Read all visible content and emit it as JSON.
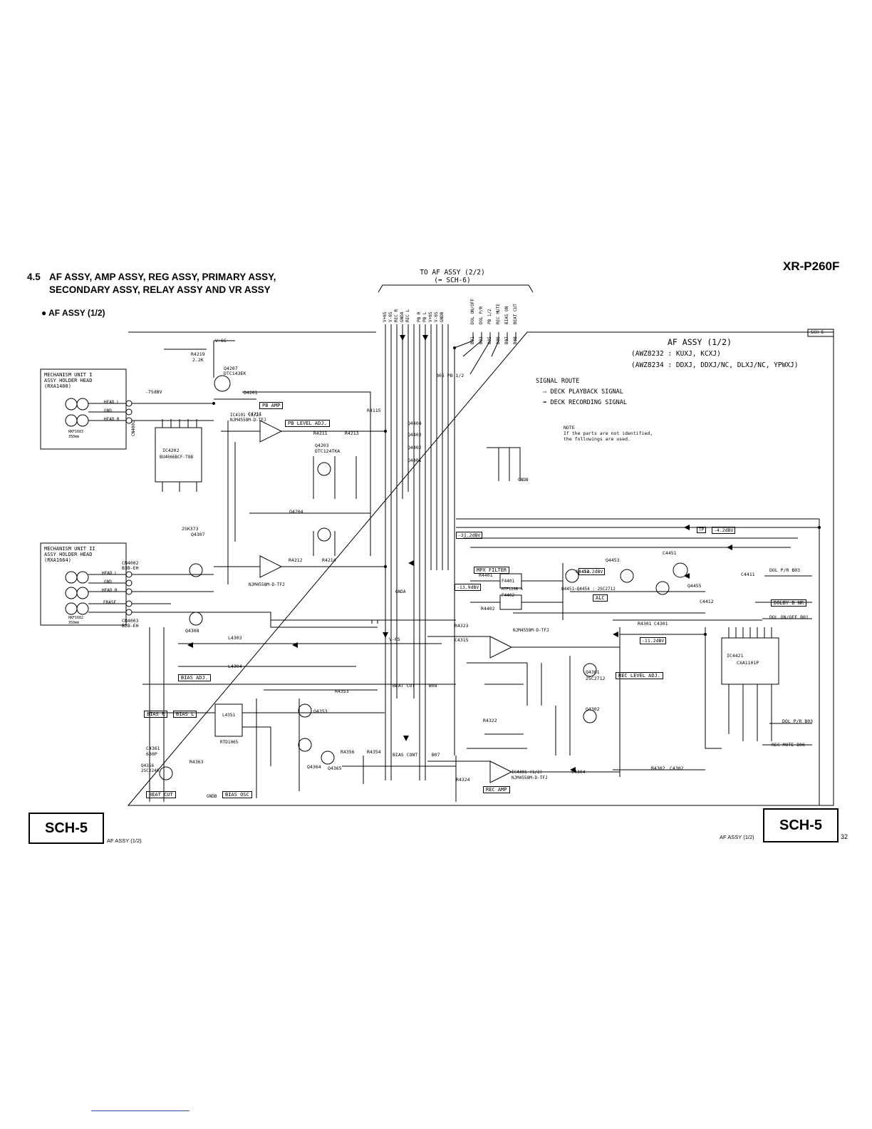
{
  "header": {
    "model": "XR-P260F",
    "section_number": "4.5",
    "section_title_line1": "AF ASSY, AMP ASSY, REG ASSY, PRIMARY ASSY,",
    "section_title_line2": "SECONDARY ASSY, RELAY ASSY AND VR ASSY",
    "subsection": "● AF ASSY (1/2)"
  },
  "to_af": {
    "line1": "TO AF ASSY (2/2)",
    "line2": "(➡ SCH-6)"
  },
  "board": {
    "title": "AF ASSY (1/2)",
    "variant1": "(AWZ8232 : KUXJ, KCXJ)",
    "variant2": "(AWZ8234 : DDXJ, DDXJ/NC, DLXJ/NC, YPWXJ)",
    "sch_tag": "SCH-5"
  },
  "signal_route": {
    "title": "SIGNAL ROUTE",
    "playback": "DECK PLAYBACK SIGNAL",
    "recording": "DECK RECORDING SIGNAL"
  },
  "note": {
    "title": "NOTE",
    "line1": "If the parts are not identified,",
    "line2": "the followings are used."
  },
  "mechanism": {
    "unit1": {
      "l1": "MECHANISM UNIT I",
      "l2": "ASSY HOLDER HEAD",
      "l3": "(RXA1400)"
    },
    "unit2": {
      "l1": "MECHANISM UNIT II",
      "l2": "ASSY HOLDER HEAD",
      "l3": "(RXA1664)"
    }
  },
  "head_pins": {
    "head_l": "HEAD L",
    "gnd": "GND",
    "head_r": "HEAD R",
    "erase": "ERASE"
  },
  "connectors": {
    "cn4001": "CN4001",
    "cn4002": "CN4002",
    "cn4003": "CN4003",
    "b3b_eh": "B3B-EH",
    "b2b_eh": "B2B-EH"
  },
  "rails": {
    "v_plus": "V+6S",
    "v_minus": "V-6S"
  },
  "top_pins": [
    "V+6S",
    "V-6S",
    "REC R",
    "GNDA",
    "REC L",
    "PB R",
    "PB L",
    "V+6S",
    "V-6S",
    "GNDB"
  ],
  "ctrl_pins": [
    "DOL ON/OFF",
    "DOL P/R",
    "PB 1/2",
    "REC MUTE",
    "BIAS ON",
    "BEAT CUT"
  ],
  "ctrl_nums": [
    "B01",
    "B03",
    "B05",
    "B06",
    "B07",
    "B08"
  ],
  "function_blocks": {
    "pb_amp": "PB AMP",
    "pb_level_adj": "PB LEVEL ADJ.",
    "mpx_filter": "MPX FILTER",
    "alc": "ALC",
    "dolby_b_nr": "DOLBY B NR",
    "rec_level_adj": "REC LEVEL ADJ.",
    "rec_amp": "REC AMP",
    "bias_adj": "BIAS ADJ.",
    "beat_cut": "BEAT CUT",
    "bias_osc": "BIAS OSC",
    "bias_r": "BIAS R",
    "bias_l": "BIAS L"
  },
  "ics": {
    "ic4202": "IC4202",
    "ic4202_part": "BU4066BCF-T8B",
    "ic4101": "IC4101 (2/2)",
    "ic4101_part": "NJM4558M-D-TFJ",
    "ic4421": "IC4421",
    "ic4421_part": "CXA1101P",
    "ic4301": "IC4301 (1/2)",
    "ic4301_part": "NJM4558M-D-TFJ",
    "f4401": "F4401",
    "f4402": "F4402",
    "rtf": "RTF120B-A"
  },
  "levels": {
    "l1": "-75dBV",
    "l2": "-31.2dBV",
    "l3": "-13.9dBV",
    "l4": "-11.2dBV",
    "l5": "-4.2dBV"
  },
  "misc_labels": {
    "gnda": "GNDA",
    "gndb": "GNDB",
    "pb12": "PB 1/2",
    "q4207": "Q4207",
    "q4207_part": "DTC143EK",
    "d4201": "D4201",
    "l4351": "L4351",
    "rtd1065": "RTD1065",
    "q4356": "Q4356",
    "q4356_part": "2SC2240",
    "q4451": "Q4451~Q4454 : 2SC2712",
    "tp": "TP",
    "rkf1683": "RKF1683",
    "rkf1682": "RKF1682",
    "ohm": "350mm",
    "dol_pr": "DOL P/R",
    "dol_onoff": "DOL ON/OFF",
    "rec_mute": "REC MUTE",
    "bias_cont": "BIAS CONT",
    "beat_cut_line": "BEAT CUT",
    "b01": "B01",
    "b03": "B03",
    "b05": "B05",
    "b06": "B06",
    "b07": "B07",
    "b08": "B08"
  },
  "footer": {
    "left_tag": "SCH-5",
    "left_caption": "AF ASSY (1/2)",
    "right_tag": "SCH-5",
    "right_caption": "AF ASSY (1/2)",
    "page_number": "32"
  }
}
